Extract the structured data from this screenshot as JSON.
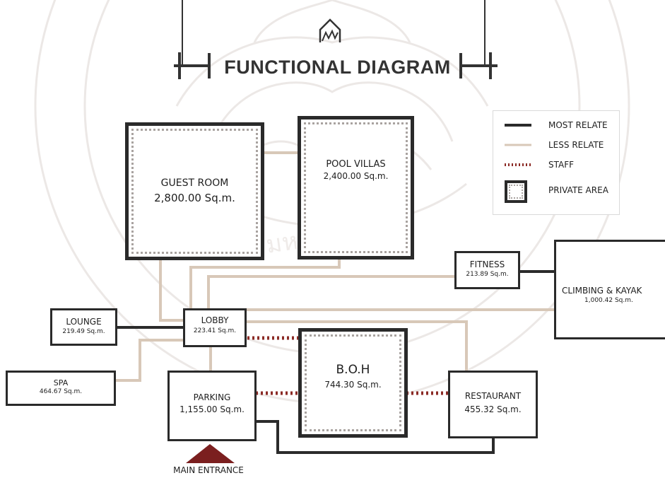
{
  "title": "FUNCTIONAL DIAGRAM",
  "legend": {
    "most_relate": "MOST RELATE",
    "less_relate": "LESS RELATE",
    "staff": "STAFF",
    "private_area": "PRIVATE AREA"
  },
  "nodes": {
    "guest_room": {
      "name": "GUEST ROOM",
      "area": "2,800.00 Sq.m."
    },
    "pool_villas": {
      "name": "POOL VILLAS",
      "area": "2,400.00 Sq.m."
    },
    "fitness": {
      "name": "FITNESS",
      "area": "213.89 Sq.m."
    },
    "climbing": {
      "name": "CLIMBING & KAYAK",
      "area": "1,000.42 Sq.m."
    },
    "lounge": {
      "name": "LOUNGE",
      "area": "219.49 Sq.m."
    },
    "lobby": {
      "name": "LOBBY",
      "area": "223.41 Sq.m."
    },
    "spa": {
      "name": "SPA",
      "area": "464.67 Sq.m."
    },
    "parking": {
      "name": "PARKING",
      "area": "1,155.00 Sq.m."
    },
    "boh": {
      "name": "B.O.H",
      "area": "744.30 Sq.m."
    },
    "restaurant": {
      "name": "RESTAURANT",
      "area": "455.32 Sq.m."
    }
  },
  "entrance": "MAIN ENTRANCE",
  "colors": {
    "most": "#2b2b2b",
    "less": "#d8c8b8",
    "staff": "#8b2a25",
    "private_dots": "#a9a3a0",
    "entrance": "#7b1f1f",
    "watermark": "#ece8e6"
  }
}
